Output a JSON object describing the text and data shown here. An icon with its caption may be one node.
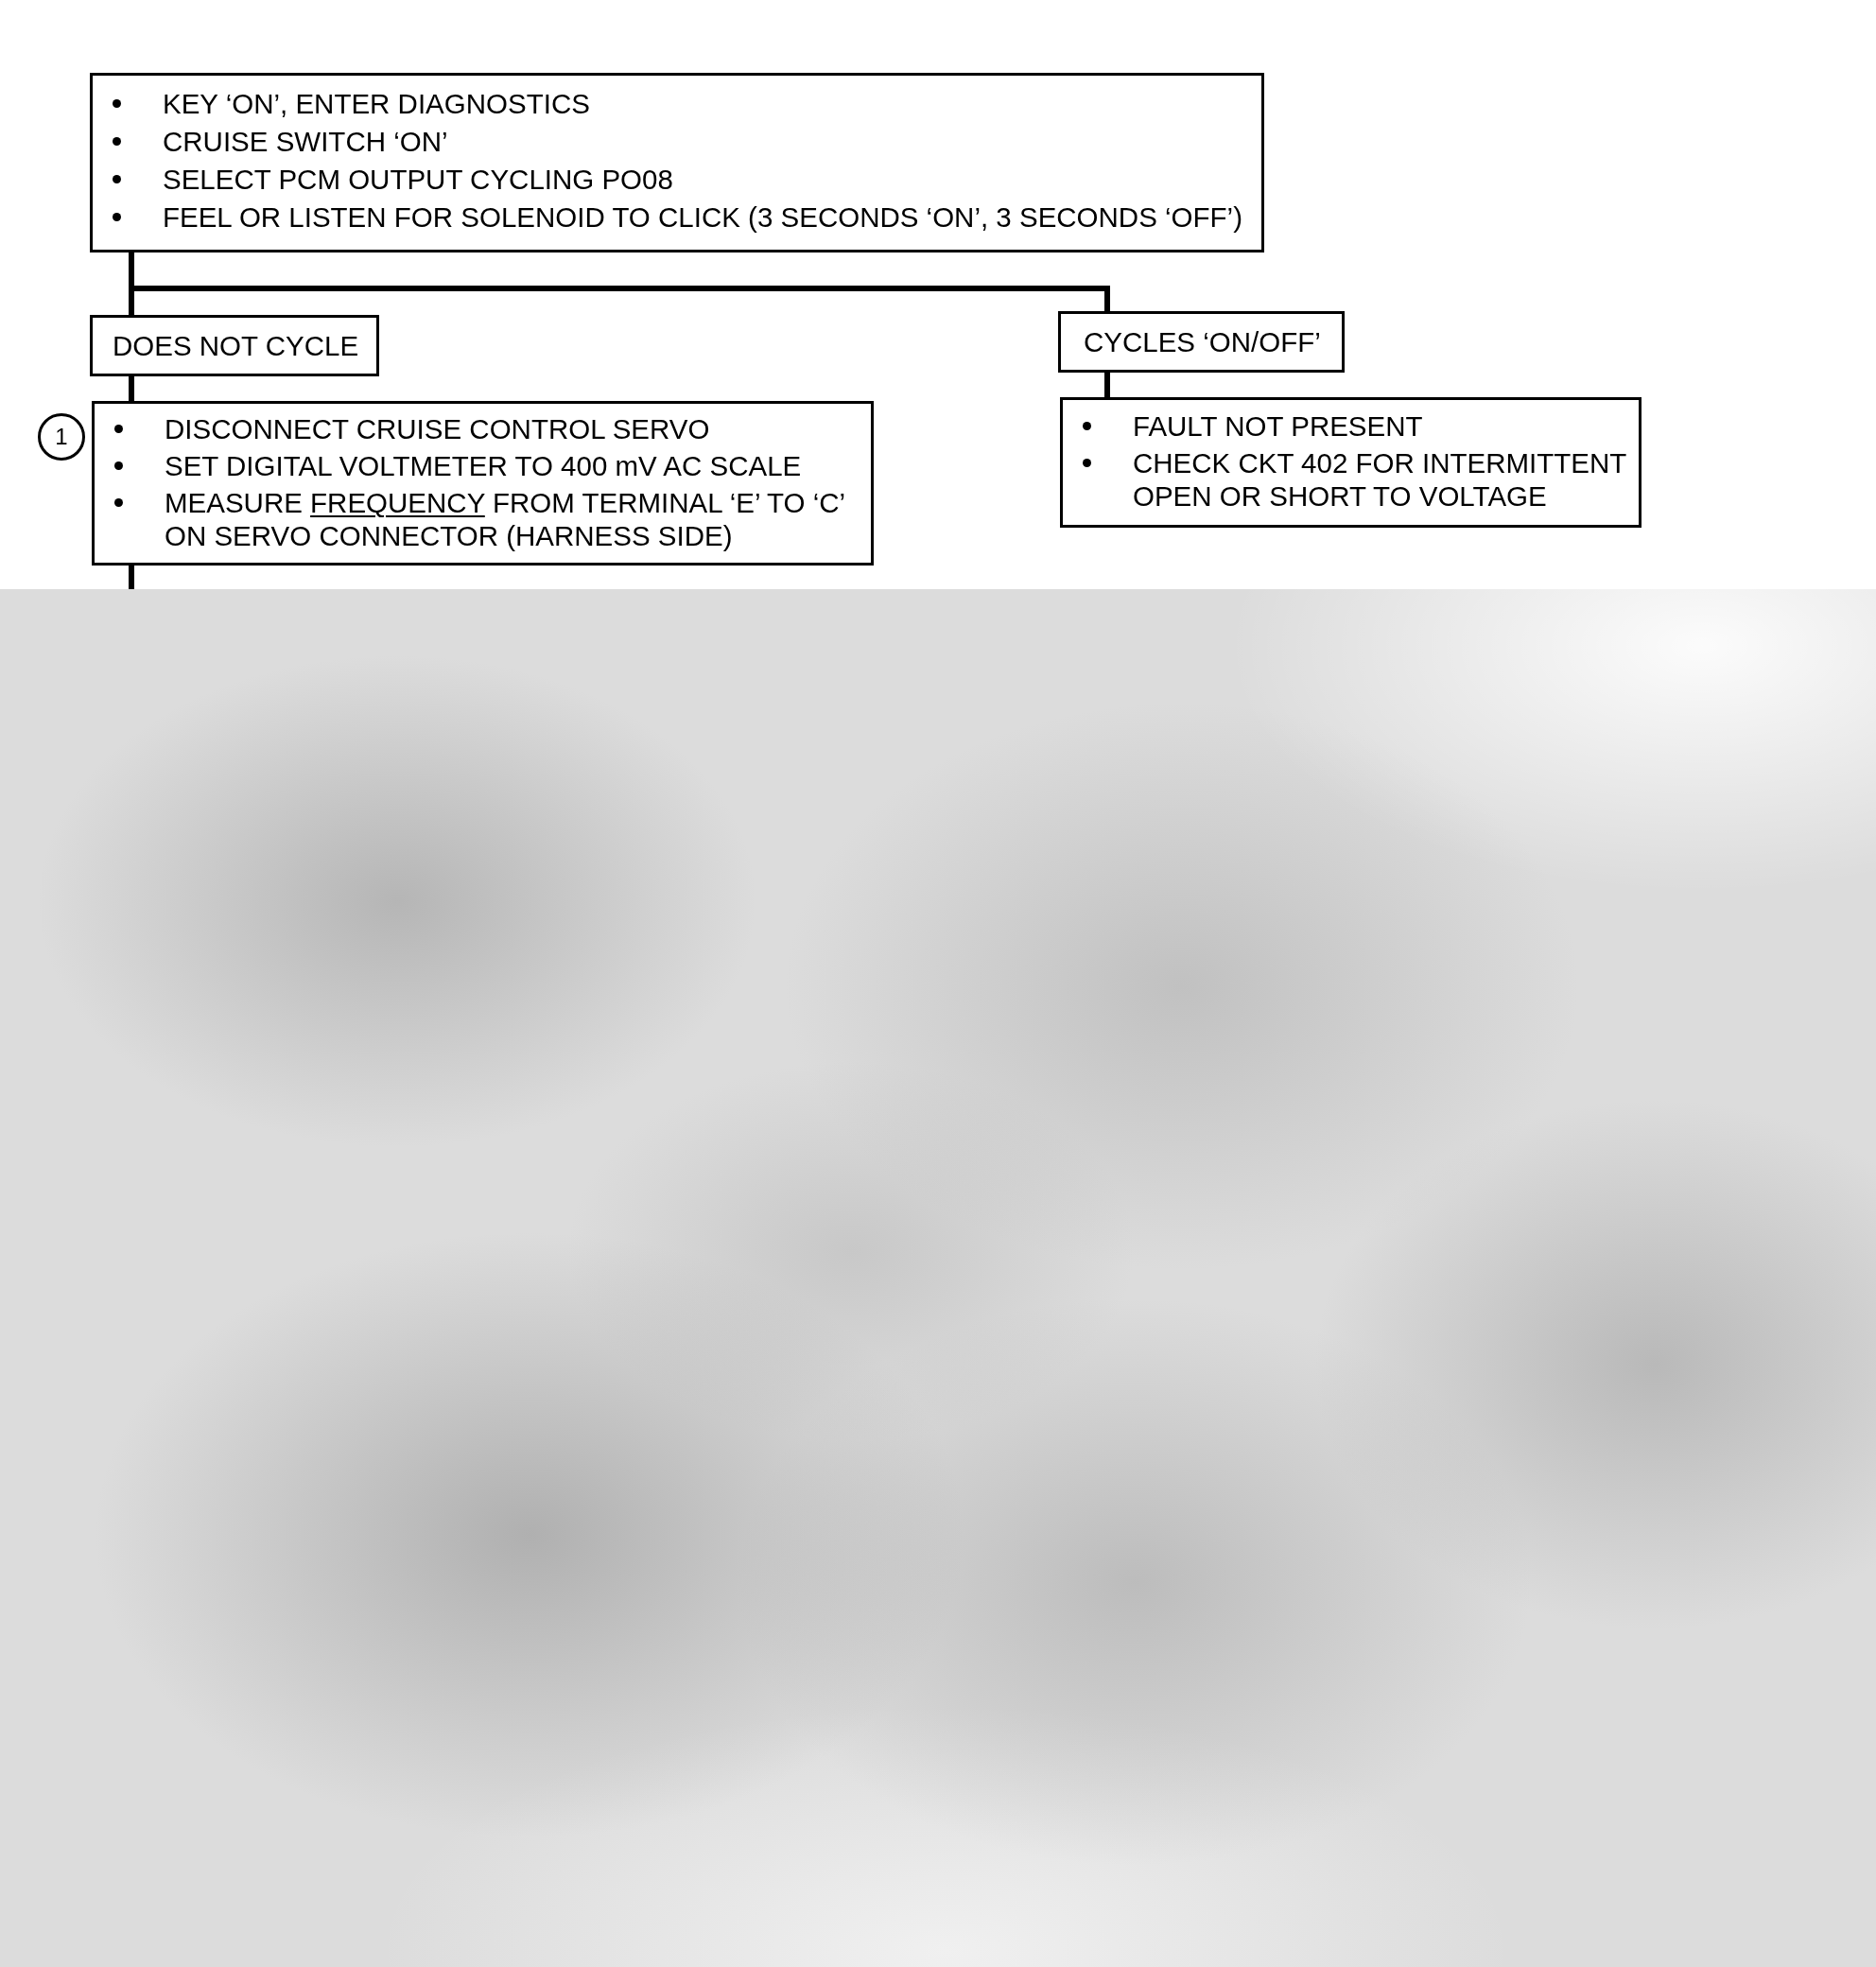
{
  "diagram": {
    "nodes": [
      {
        "text": [
          "KEY ‘ON’, ENTER DIAGNOSTICS",
          "CRUISE SWITCH ‘ON’",
          "SELECT PCM OUTPUT CYCLING PO08",
          "FEEL OR LISTEN FOR SOLENOID TO CLICK (3 SECONDS ‘ON’, 3 SECONDS ‘OFF’)"
        ]
      },
      {
        "text": [
          "DOES NOT CYCLE"
        ]
      },
      {
        "text": [
          "CYCLES ‘ON/OFF’"
        ]
      },
      {
        "text": [
          "DISCONNECT CRUISE CONTROL SERVO",
          "SET DIGITAL VOLTMETER TO 400 mV AC SCALE",
          "MEASURE *FREQUENCY* FROM TERMINAL ‘E’ TO ‘C’ ON SERVO CONNECTOR (HARNESS SIDE)"
        ],
        "beside": [
          "1"
        ]
      },
      {
        "text": [
          "FAULT NOT PRESENT",
          "CHECK CKT 402 FOR INTERMITTENT OPEN OR SHORT TO VOLTAGE"
        ]
      }
    ],
    "edges": [
      {
        "from": 0,
        "to": 1,
        "arrow": "none"
      },
      {
        "from": 0,
        "to": 2,
        "arrow": "none"
      },
      {
        "from": 1,
        "to": 3,
        "arrow": "none"
      },
      {
        "from": 2,
        "to": 4,
        "arrow": "none"
      },
      {
        "from": 3,
        "to": null,
        "arrow": "none"
      }
    ]
  }
}
